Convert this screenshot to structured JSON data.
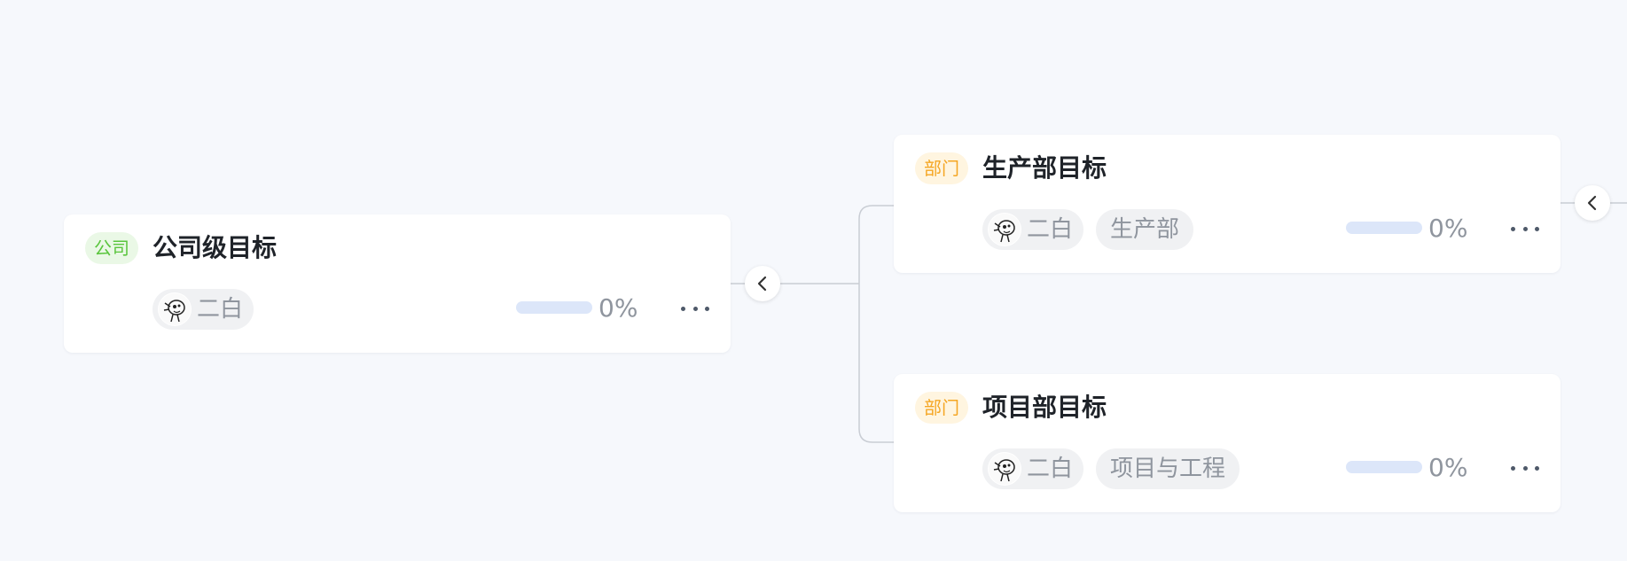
{
  "root": {
    "tag": "公司",
    "title": "公司级目标",
    "owner": "二白",
    "progress_text": "0%",
    "progress_fraction": 0
  },
  "children": [
    {
      "tag": "部门",
      "title": "生产部目标",
      "owner": "二白",
      "department": "生产部",
      "progress_text": "0%",
      "progress_fraction": 0
    },
    {
      "tag": "部门",
      "title": "项目部目标",
      "owner": "二白",
      "department": "项目与工程",
      "progress_text": "0%",
      "progress_fraction": 0
    }
  ],
  "icons": {
    "more": "more-dots-icon",
    "collapse": "chevron-left-icon",
    "avatar": "cartoon-avatar"
  },
  "colors": {
    "background": "#f6f8fc",
    "company_tag": "#5ac53d",
    "department_tag": "#f5a623",
    "progress_track": "#dce6f9",
    "connector": "#c9cdd4"
  }
}
